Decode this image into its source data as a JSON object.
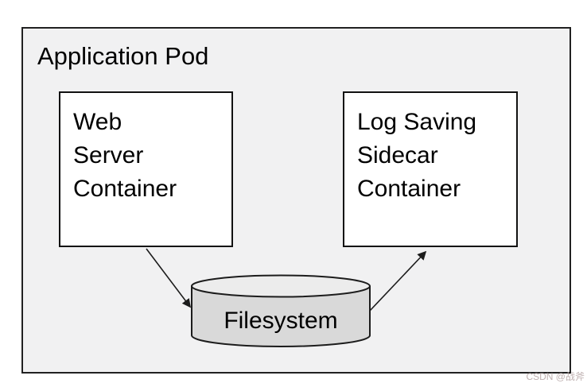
{
  "diagram": {
    "title": "Application Pod",
    "nodes": {
      "web_server": {
        "id": "web-server-container",
        "lines": [
          "Web",
          "Server",
          "Container"
        ]
      },
      "sidecar": {
        "id": "log-saving-sidecar-container",
        "lines": [
          "Log Saving",
          "Sidecar",
          "Container"
        ]
      },
      "filesystem": {
        "id": "filesystem",
        "label": "Filesystem"
      }
    },
    "edges": [
      {
        "from": "web-server-container",
        "to": "filesystem",
        "style": "arrow"
      },
      {
        "from": "filesystem",
        "to": "log-saving-sidecar-container",
        "style": "arrow"
      }
    ],
    "colors": {
      "page_background": "#ffffff",
      "pod_fill": "#f1f1f2",
      "node_fill": "#ffffff",
      "cylinder_body_fill": "#d9d9d9",
      "cylinder_top_fill": "#ececec",
      "stroke": "#1c1c1c",
      "text": "#000000",
      "watermark": "#bfb1b1"
    }
  },
  "watermark": {
    "text": "CSDN @战斧"
  }
}
